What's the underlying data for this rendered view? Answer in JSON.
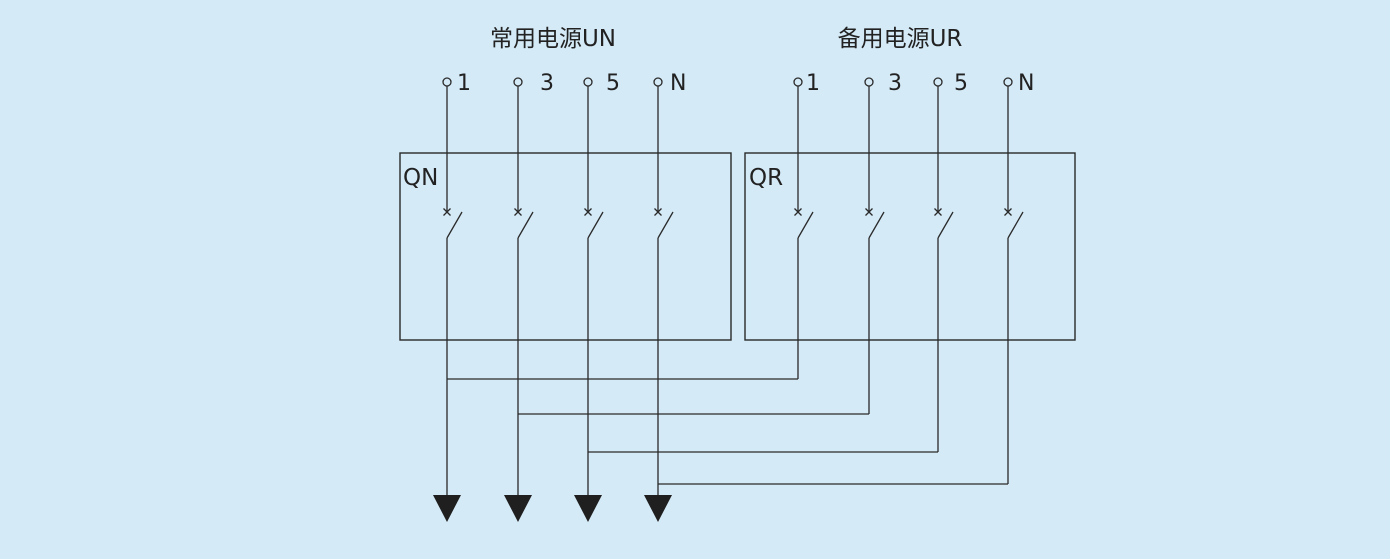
{
  "colors": {
    "background": "#d4eaf7",
    "stroke": "#2a2a2a",
    "text": "#222222"
  },
  "sources": [
    {
      "title": "常用电源UN",
      "switch_label": "QN",
      "terminals": [
        "1",
        "3",
        "5",
        "N"
      ]
    },
    {
      "title": "备用电源UR",
      "switch_label": "QR",
      "terminals": [
        "1",
        "3",
        "5",
        "N"
      ]
    }
  ],
  "outputs": {
    "count": 4,
    "icon": "arrow-down-filled-icon"
  }
}
